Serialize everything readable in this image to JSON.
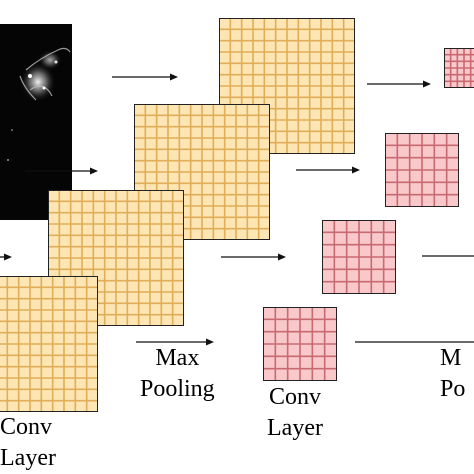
{
  "labels": {
    "conv_1": [
      "Conv",
      "Layer"
    ],
    "max_pooling_1": [
      "Max",
      "Pooling"
    ],
    "conv_2": [
      "Conv",
      "Layer"
    ],
    "max_pooling_2": [
      "M",
      "Po"
    ]
  },
  "colors": {
    "conv_fill": "#fde6b4",
    "conv_grid": "#e0ad58",
    "conv_border": "#222222",
    "pool_fill": "#f8c8ca",
    "pool_grid": "#c86a72",
    "pool_border": "#222222",
    "input_image_bg": "#050505",
    "arrow": "#111111"
  },
  "grid_cells": {
    "conv_layer": 12,
    "pooling_layer": 6
  }
}
